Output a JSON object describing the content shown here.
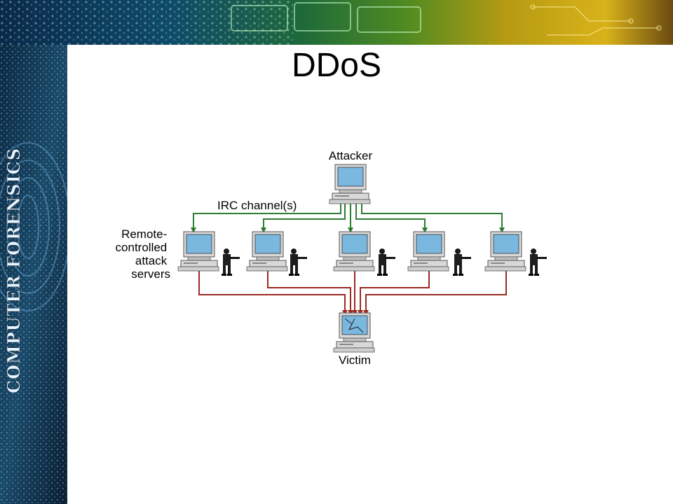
{
  "slide": {
    "title": "DDoS",
    "side_text": "COMPUTER FORENSICS"
  },
  "diagram": {
    "attacker_label": "Attacker",
    "channel_label": "IRC channel(s)",
    "servers_label": [
      "Remote-",
      "controlled",
      "attack",
      "servers"
    ],
    "victim_label": "Victim",
    "server_count": 5,
    "colors": {
      "command_link": "#2e7d32",
      "attack_link": "#9a2a22",
      "screen": "#7ab8e0",
      "chassis": "#d8d8d8"
    }
  }
}
